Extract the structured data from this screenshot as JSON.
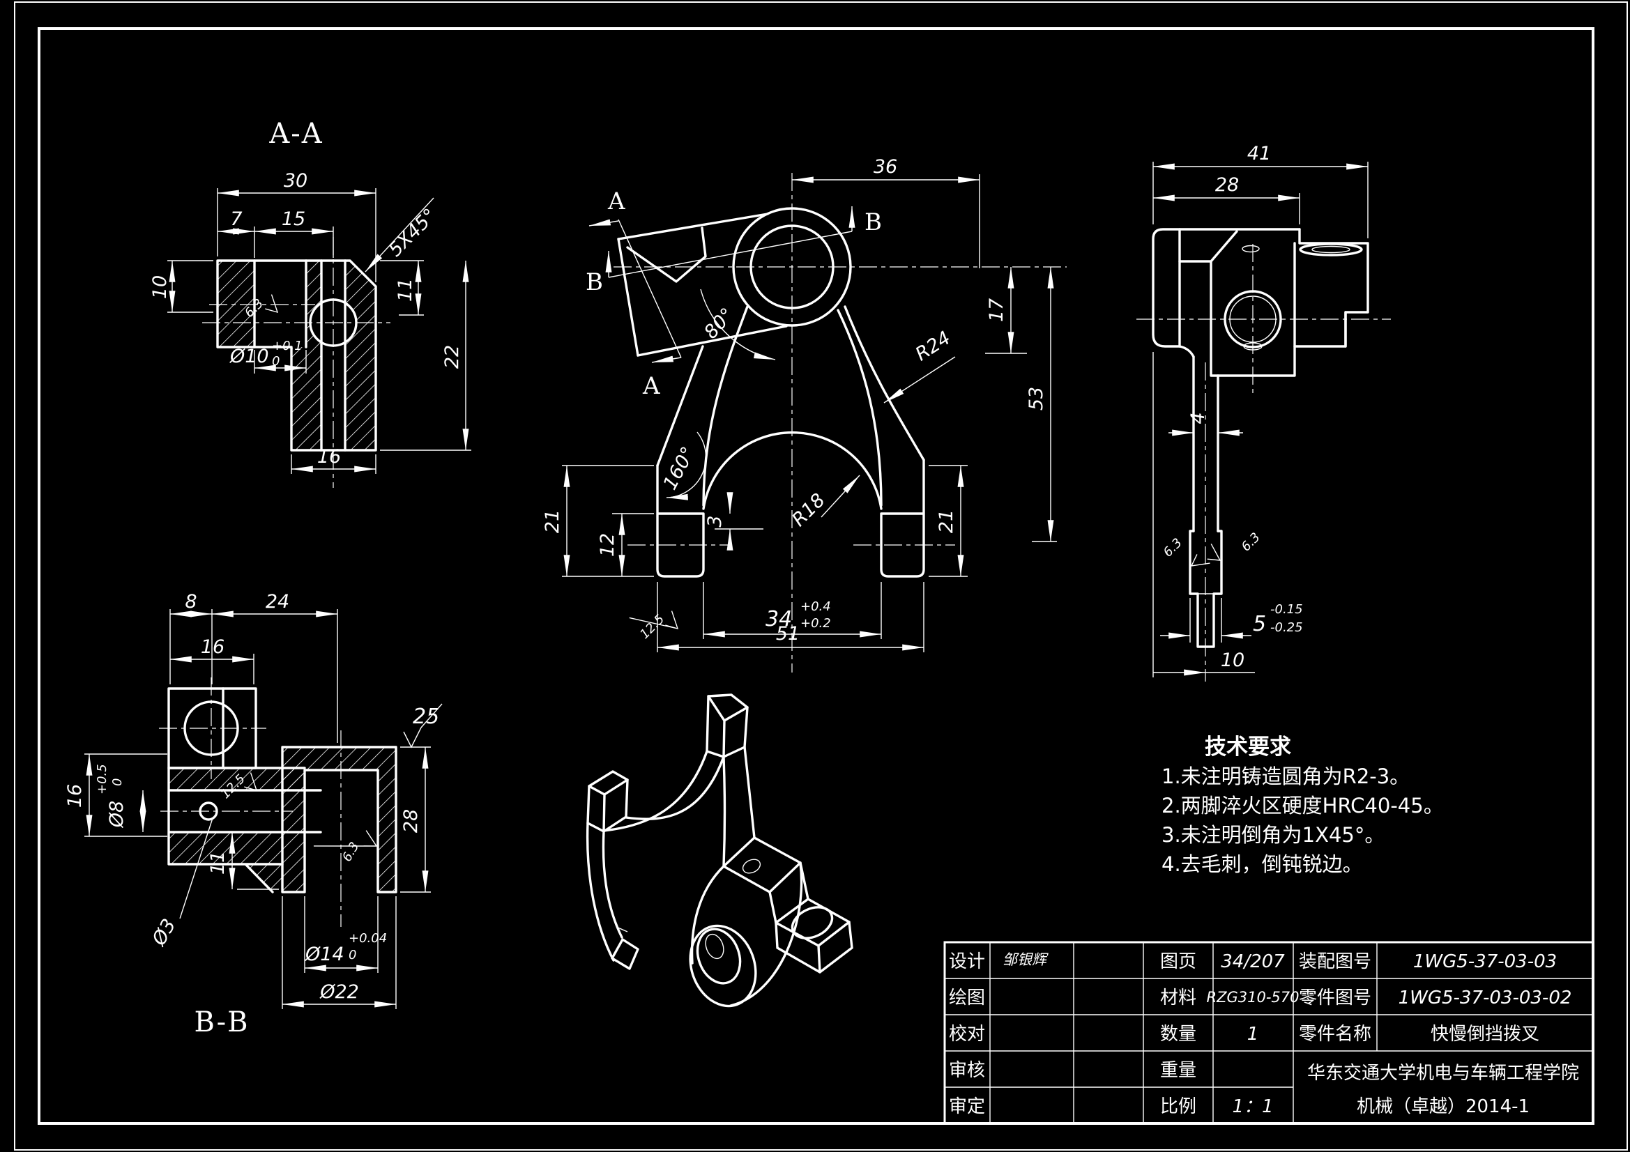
{
  "views": {
    "section_aa": {
      "label": "A-A",
      "dims": {
        "w30": "30",
        "w7": "7",
        "w15": "15",
        "chamfer": "5X45°",
        "h11": "11",
        "h22": "22",
        "h10": "10",
        "bore": "Ø10",
        "bore_tol_up": "+0.1",
        "bore_tol_low": "0",
        "w16": "16",
        "roughness": "6.3"
      }
    },
    "front": {
      "cut_a_top": "A",
      "cut_a_bottom": "A",
      "cut_b_left": "B",
      "cut_b_right": "B",
      "dims": {
        "w36": "36",
        "angle80": "80°",
        "radius24": "R24",
        "h17": "17",
        "h53": "53",
        "angle160": "160°",
        "h21_left": "21",
        "h12": "12",
        "gap3": "3",
        "radius18": "R18",
        "w34": "34",
        "w34_tol_up": "+0.4",
        "w34_tol_low": "+0.2",
        "w51": "51",
        "h21_right": "21",
        "roughness": "12.5"
      }
    },
    "side": {
      "dims": {
        "w41": "41",
        "w28": "28",
        "w4": "4",
        "roughness_left": "6.3",
        "roughness_right": "6.3",
        "w5": "5",
        "w5_tol_up": "-0.15",
        "w5_tol_low": "-0.25",
        "w10": "10"
      }
    },
    "section_bb": {
      "label": "B-B",
      "dims": {
        "w8": "8",
        "w24": "24",
        "w16": "16",
        "h16": "16",
        "bore8": "Ø8",
        "bore8_tol_up": "+0.5",
        "bore8_tol_low": "0",
        "roughness25": "25",
        "h28": "28",
        "hole3": "Ø3",
        "h11": "11",
        "bore14": "Ø14",
        "bore14_tol_up": "+0.04",
        "bore14_tol_low": "0",
        "bore22": "Ø22",
        "roughness125": "12.5",
        "roughness63": "6.3"
      }
    }
  },
  "tech_req": {
    "title": "技术要求",
    "items": [
      "1.未注明铸造圆角为R2-3。",
      "2.两脚淬火区硬度HRC40-45。",
      "3.未注明倒角为1X45°。",
      "4.去毛刺，倒钝锐边。"
    ]
  },
  "title_block": {
    "sign_labels": [
      "设计",
      "绘图",
      "校对",
      "审核",
      "审定"
    ],
    "designer": "邹银辉",
    "info_labels": [
      "图页",
      "材料",
      "数量",
      "重量",
      "比例"
    ],
    "info_values": [
      "34/207",
      "RZG310-570",
      "1",
      "",
      "1：1"
    ],
    "part_labels": [
      "装配图号",
      "零件图号",
      "零件名称"
    ],
    "part_values": [
      "1WG5-37-03-03",
      "1WG5-37-03-03-02",
      "快慢倒挡拨叉"
    ],
    "org_line1": "华东交通大学机电与车辆工程学院",
    "org_line2": "机械（卓越）2014-1"
  }
}
